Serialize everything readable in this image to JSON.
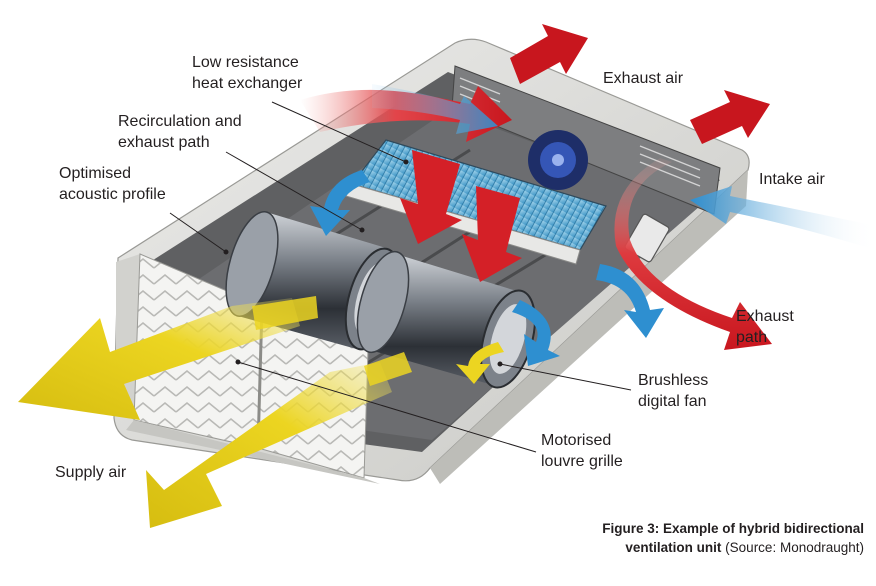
{
  "labels": {
    "low_resistance": [
      "Low resistance",
      "heat exchanger"
    ],
    "recirculation": [
      "Recirculation and",
      "exhaust path"
    ],
    "acoustic": [
      "Optimised",
      "acoustic profile"
    ],
    "exhaust_air": "Exhaust air",
    "intake_air": "Intake air",
    "exhaust_path": [
      "Exhaust",
      "path"
    ],
    "brushless": [
      "Brushless",
      "digital fan"
    ],
    "motorised": [
      "Motorised",
      "louvre grille"
    ],
    "supply_air": "Supply air"
  },
  "caption": {
    "bold_line1": "Figure 3: Example of hybrid bidirectional",
    "bold_line2": "ventilation unit",
    "source": "(Source: Monodraught)"
  },
  "colors": {
    "exhaust_arrow": "#d42027",
    "intake_arrow": "#2e8fd0",
    "supply_arrow": "#e8d41a",
    "casing": "#dcdcd8",
    "interior": "#5f6062",
    "text": "#231f20"
  }
}
